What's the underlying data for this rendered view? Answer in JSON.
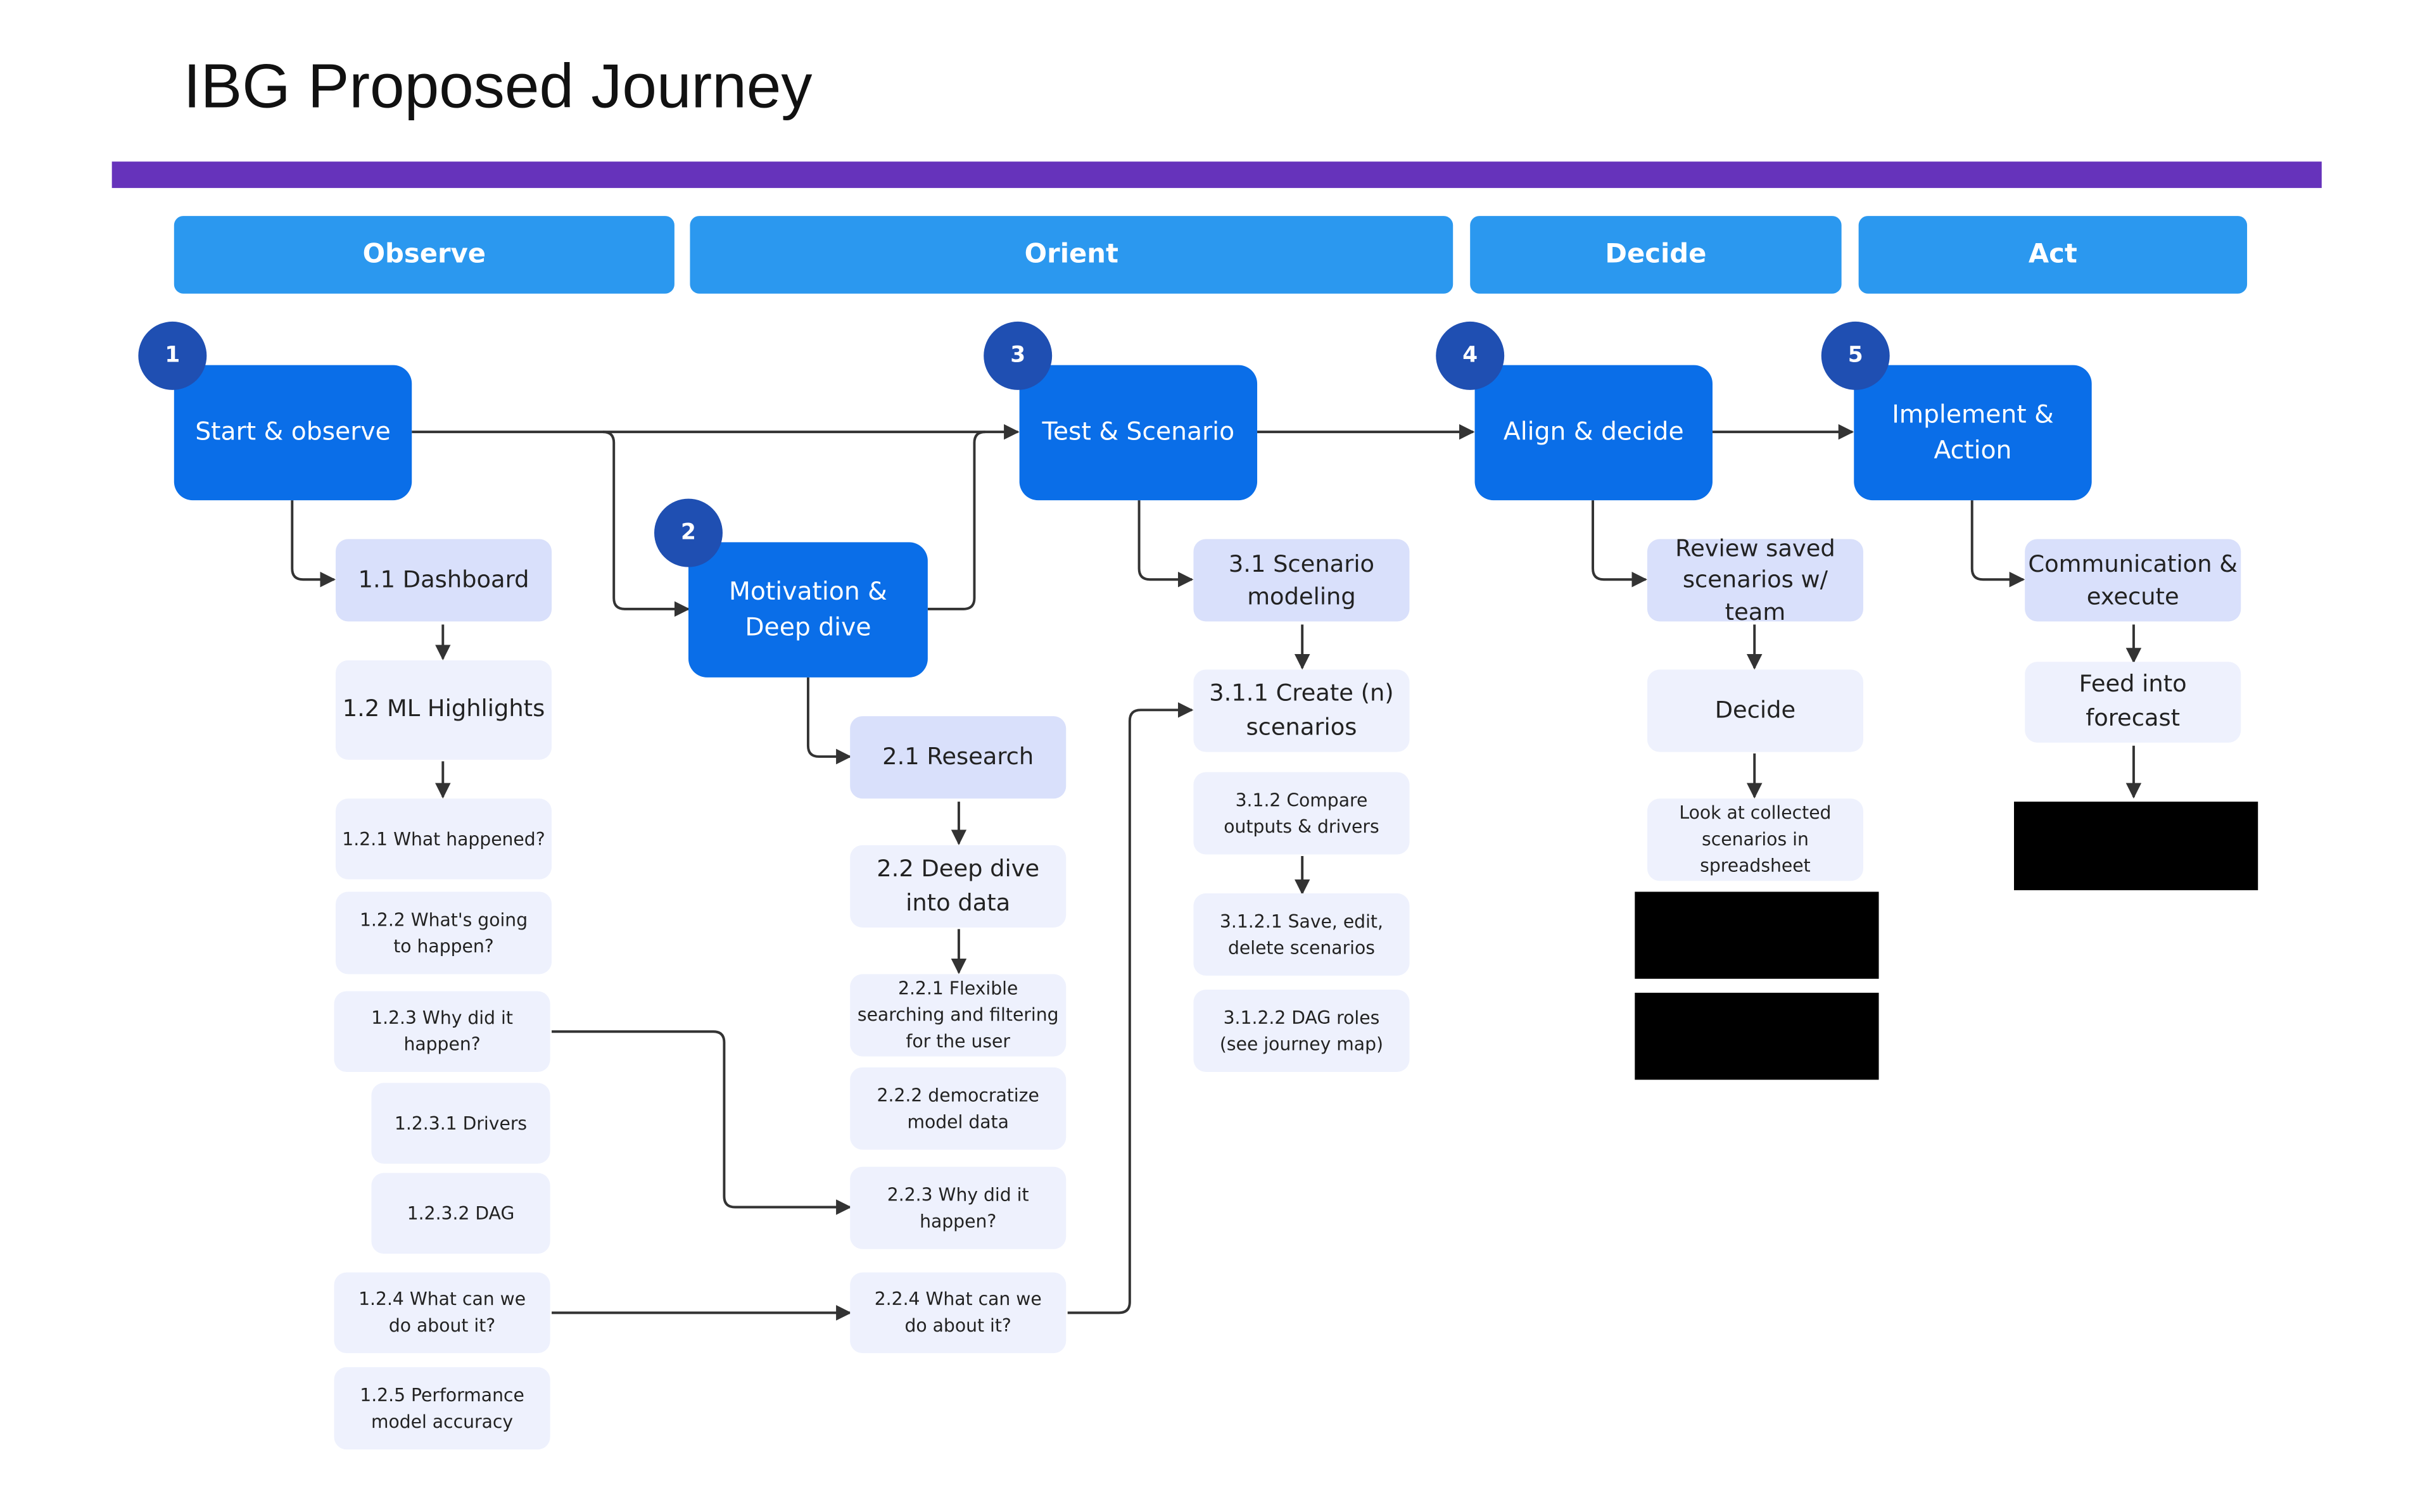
{
  "title": "IBG Proposed Journey",
  "colors": {
    "accent_bar": "#6633bb",
    "phase": "#2b98ef",
    "main_step": "#0a6ee8",
    "badge": "#1f4fb2",
    "sub_step": "#d9e0fb",
    "leaf": "#eef1fd"
  },
  "phases": [
    "Observe",
    "Orient",
    "Decide",
    "Act"
  ],
  "steps": [
    {
      "number": "1",
      "label": "Start & observe"
    },
    {
      "number": "2",
      "label": "Motivation & Deep dive"
    },
    {
      "number": "3",
      "label": "Test & Scenario"
    },
    {
      "number": "4",
      "label": "Align & decide"
    },
    {
      "number": "5",
      "label": "Implement & Action"
    }
  ],
  "observe": {
    "dashboard": "1.1 Dashboard",
    "ml_highlights": "1.2 ML Highlights",
    "what_happened": "1.2.1 What happened?",
    "whats_going": "1.2.2 What's going to happen?",
    "why": "1.2.3 Why did it happen?",
    "drivers": "1.2.3.1 Drivers",
    "dag": "1.2.3.2 DAG",
    "what_can": "1.2.4 What can we do about it?",
    "performance": "1.2.5 Performance model accuracy"
  },
  "deep_dive": {
    "research": "2.1 Research",
    "deep_dive_data": "2.2 Deep dive into data",
    "flexible": "2.2.1 Flexible searching and filtering for the user",
    "democratize": "2.2.2 democratize model data",
    "why": "2.2.3 Why did it happen?",
    "what_can": "2.2.4 What can we do about it?"
  },
  "scenario": {
    "modeling": "3.1 Scenario modeling",
    "create": "3.1.1 Create (n) scenarios",
    "compare": "3.1.2 Compare outputs & drivers",
    "save": "3.1.2.1 Save, edit, delete scenarios",
    "dag_roles": "3.1.2.2 DAG roles (see journey map)"
  },
  "decide": {
    "review": "Review saved scenarios w/ team",
    "decide": "Decide",
    "look": "Look at collected scenarios in spreadsheet"
  },
  "act": {
    "communication": "Communication & execute",
    "feed": "Feed into forecast"
  }
}
